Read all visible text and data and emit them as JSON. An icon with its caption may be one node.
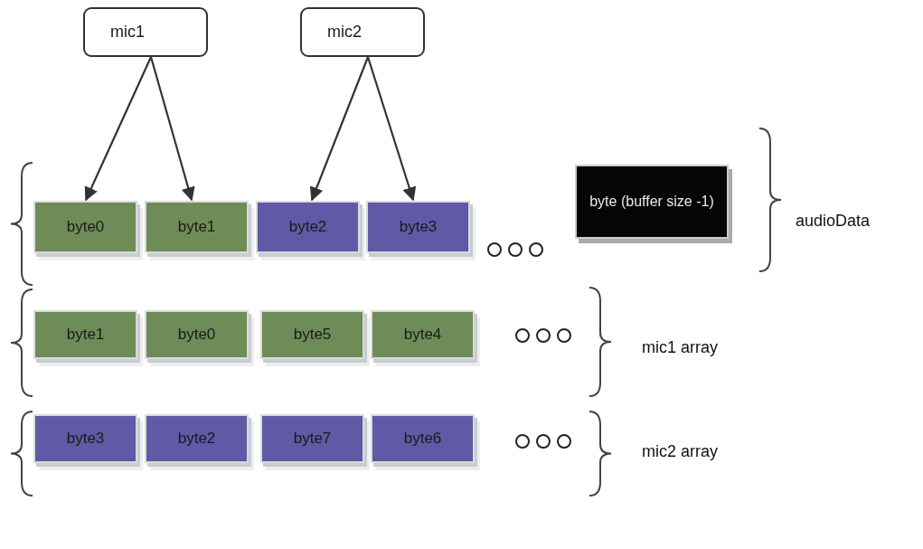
{
  "diagram": {
    "nodes": [
      {
        "text": [
          "mic1"
        ]
      },
      {
        "text": [
          "mic2"
        ]
      },
      {
        "text": [
          "byte0"
        ]
      },
      {
        "text": [
          "byte1"
        ]
      },
      {
        "text": [
          "byte2"
        ]
      },
      {
        "text": [
          "byte3"
        ]
      },
      {
        "text": [
          "byte (buffer size -1)"
        ]
      },
      {
        "text": [
          "byte1"
        ]
      },
      {
        "text": [
          "byte0"
        ]
      },
      {
        "text": [
          "byte5"
        ]
      },
      {
        "text": [
          "byte4"
        ]
      },
      {
        "text": [
          "byte3"
        ]
      },
      {
        "text": [
          "byte2"
        ]
      },
      {
        "text": [
          "byte7"
        ]
      },
      {
        "text": [
          "byte6"
        ]
      }
    ],
    "edges": [
      {
        "from": 0,
        "to": 2,
        "arrow": "to"
      },
      {
        "from": 0,
        "to": 3,
        "arrow": "to"
      },
      {
        "from": 1,
        "to": 4,
        "arrow": "to"
      },
      {
        "from": 1,
        "to": 5,
        "arrow": "to"
      }
    ],
    "labels": [
      "audioData",
      "mic1 array",
      "mic2 array"
    ]
  }
}
